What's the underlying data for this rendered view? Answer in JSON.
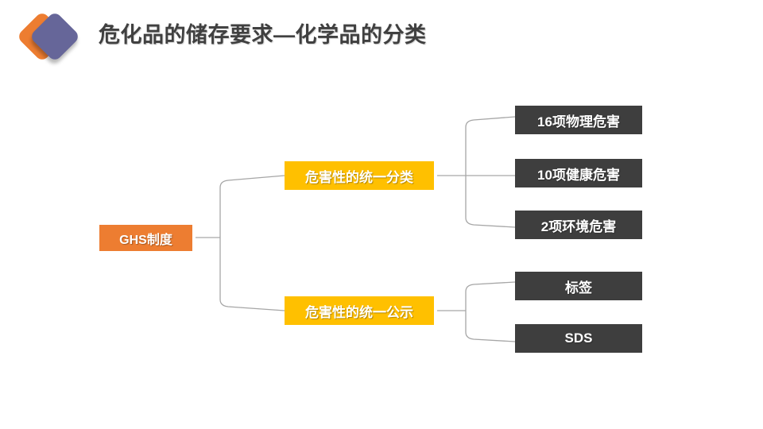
{
  "header": {
    "title": "危化品的储存要求—化学品的分类",
    "logo_icon": "double-diamond-logo",
    "logo_colors": [
      "#ed7d31",
      "#666699"
    ]
  },
  "colors": {
    "root_node": "#ed7d31",
    "mid_node": "#ffc000",
    "leaf_node": "#3e3e3e",
    "node_text": "#ffffff",
    "title_text": "#404040",
    "connector": "#a6a6a6",
    "background": "#ffffff"
  },
  "diagram": {
    "type": "tree",
    "root": {
      "label": "GHS制度"
    },
    "branches": [
      {
        "label": "危害性的统一分类",
        "children": [
          {
            "label": "16项物理危害"
          },
          {
            "label": "10项健康危害"
          },
          {
            "label": "2项环境危害"
          }
        ]
      },
      {
        "label": "危害性的统一公示",
        "children": [
          {
            "label": "标签"
          },
          {
            "label": "SDS"
          }
        ]
      }
    ]
  }
}
